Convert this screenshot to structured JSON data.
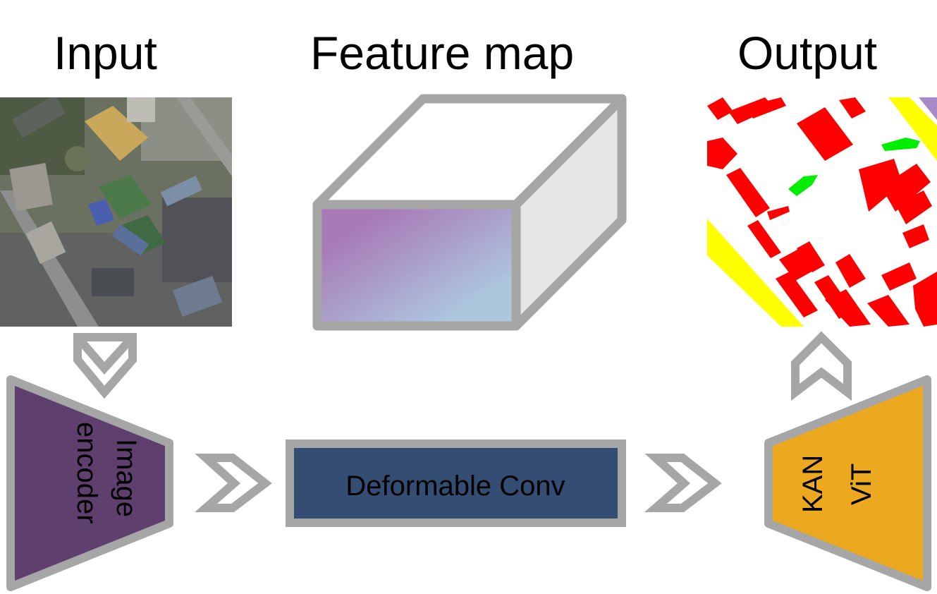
{
  "labels": {
    "input": "Input",
    "feature_map": "Feature map",
    "output": "Output"
  },
  "blocks": {
    "image_encoder": [
      "Image",
      "encoder"
    ],
    "deformable_conv": "Deformable Conv",
    "decoder": [
      "KAN",
      "ViT"
    ]
  },
  "colors": {
    "stroke_gray": "#a6a6a6",
    "encoder_fill": "#5e3f6e",
    "deform_fill": "#344e73",
    "decoder_fill": "#eca91f",
    "feature_front_start": "#a87bb8",
    "feature_front_end": "#adc6de",
    "feature_side": "#e6e6e6",
    "seg_building": "#ff0000",
    "seg_road": "#ffff00",
    "seg_vegetation": "#00ee00",
    "seg_other": "#a68bc6"
  },
  "icons": {
    "down_arrow": "chevron-down-icon",
    "right_arrow": "chevron-right-icon",
    "up_arrow": "chevron-up-icon"
  }
}
